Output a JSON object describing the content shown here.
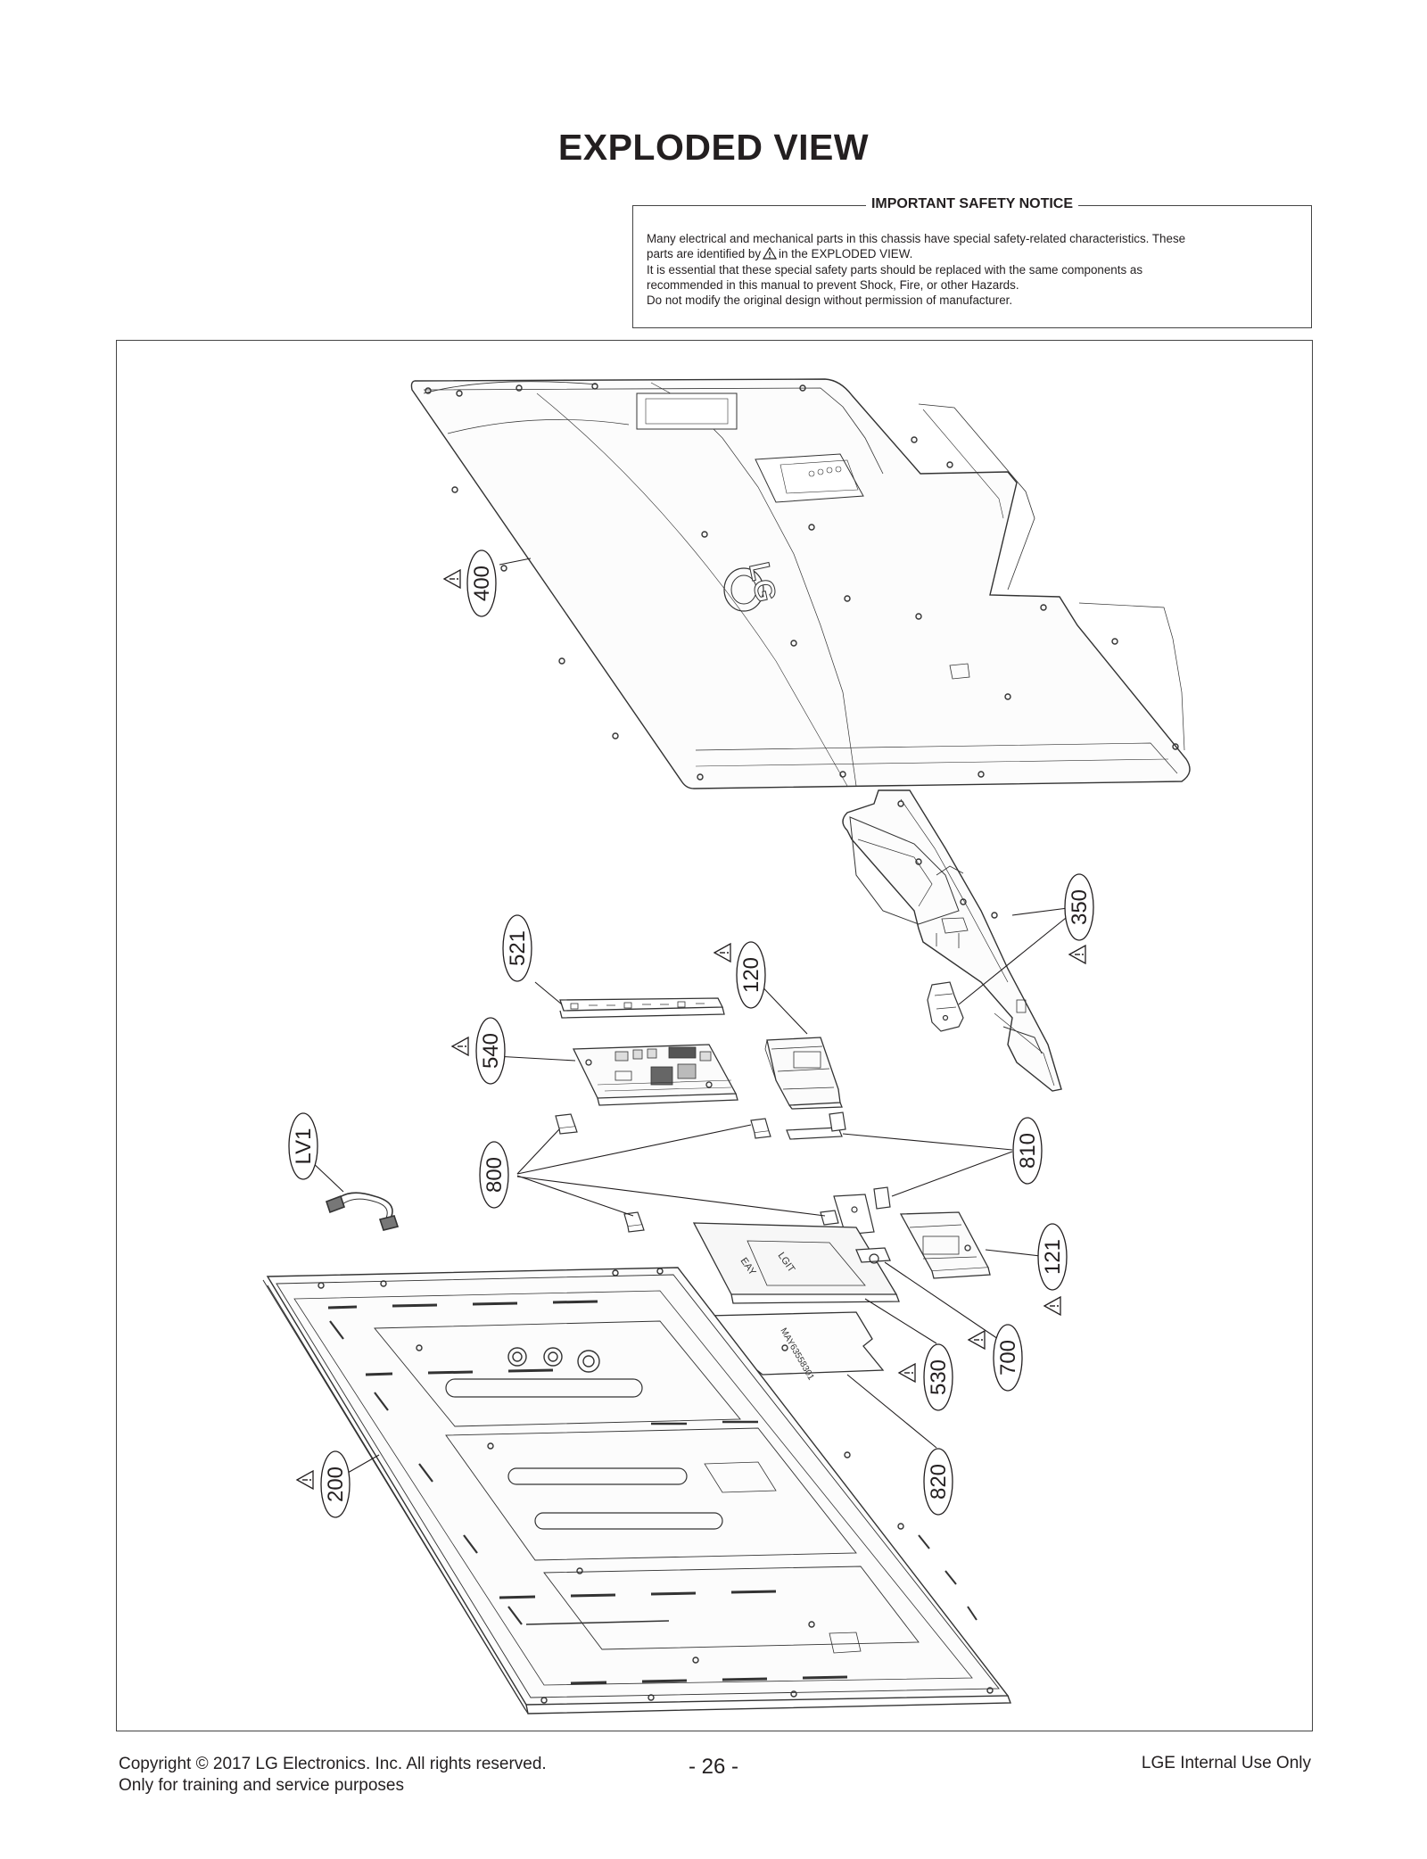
{
  "title": "EXPLODED VIEW",
  "notice": {
    "heading": "IMPORTANT SAFETY NOTICE",
    "line1": "Many electrical and mechanical parts in this chassis have special safety-related characteristics. These",
    "line2_before": "parts are identified by",
    "line2_after": "in the EXPLODED VIEW.",
    "line3": "It is essential that these special safety parts should be replaced with the same components as",
    "line4": "recommended in this manual to prevent Shock, Fire, or other Hazards.",
    "line5": "Do not modify the original design without permission of manufacturer."
  },
  "parts": {
    "p400": "400",
    "p350": "350",
    "p521": "521",
    "p120": "120",
    "p540": "540",
    "p800": "800",
    "p810": "810",
    "pLV1": "LV1",
    "p121": "121",
    "p700": "700",
    "p530": "530",
    "p820": "820",
    "p200": "200"
  },
  "drawing": {
    "back_cover_logo": "LG"
  },
  "footer": {
    "copyright": "Copyright  © 2017 LG Electronics. Inc. All rights reserved.",
    "training": "Only for training and service purposes",
    "page_number": "- 26 -",
    "internal": "LGE Internal Use Only"
  }
}
